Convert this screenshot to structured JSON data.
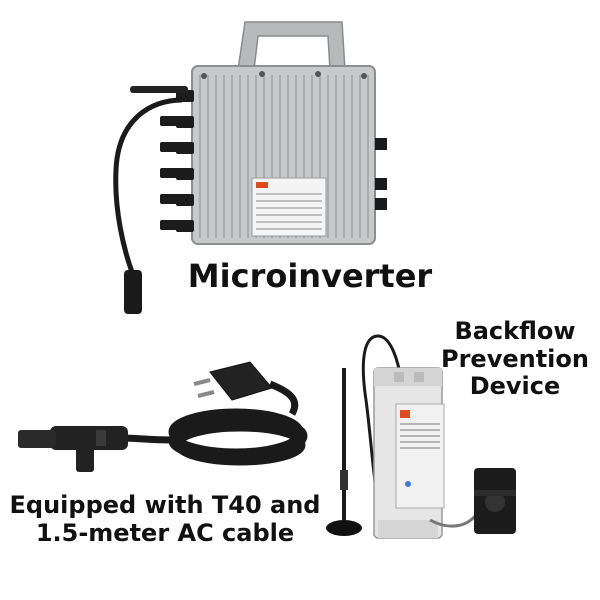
{
  "captions": {
    "microinverter": "Microinverter",
    "backflow_line1": "Backflow",
    "backflow_line2": "Prevention",
    "backflow_line3": "Device",
    "cable_line1": "Equipped with T40 and",
    "cable_line2": "1.5-meter AC cable"
  },
  "colors": {
    "inverter_body": "#c8c9cb",
    "cable": "#1a1a1a",
    "device_body": "#e6e6e6",
    "accent": "#e04a1f"
  }
}
